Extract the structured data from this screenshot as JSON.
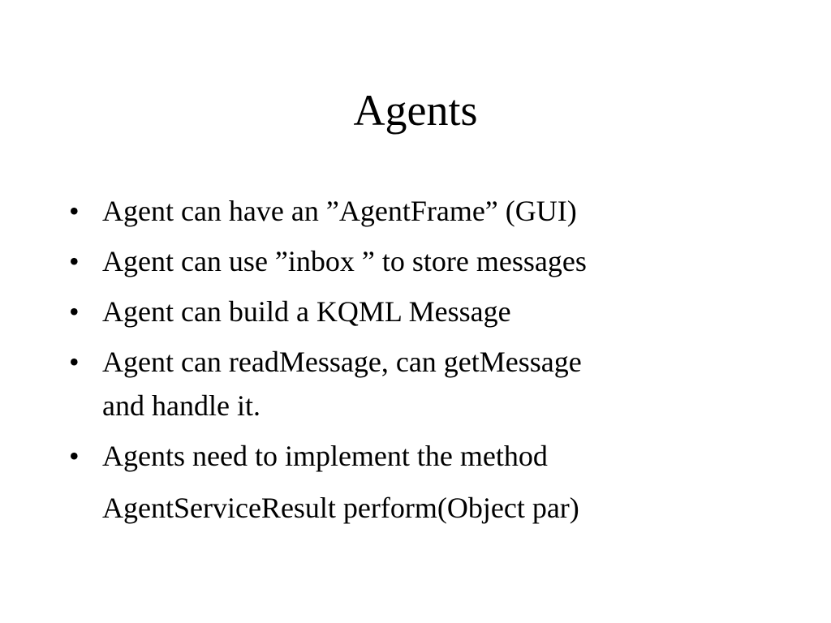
{
  "slide": {
    "title": "Agents",
    "bullets": [
      {
        "lines": [
          "Agent can have an ”AgentFrame” (GUI)"
        ]
      },
      {
        "lines": [
          "Agent can use ”inbox ” to store messages"
        ]
      },
      {
        "lines": [
          "Agent can build a KQML Message"
        ]
      },
      {
        "lines": [
          "Agent can readMessage, can getMessage",
          "and handle it."
        ]
      },
      {
        "lines": [
          "Agents need to implement the method",
          "AgentServiceResult perform(Object par)"
        ]
      }
    ],
    "bullet_glyph": "•"
  }
}
